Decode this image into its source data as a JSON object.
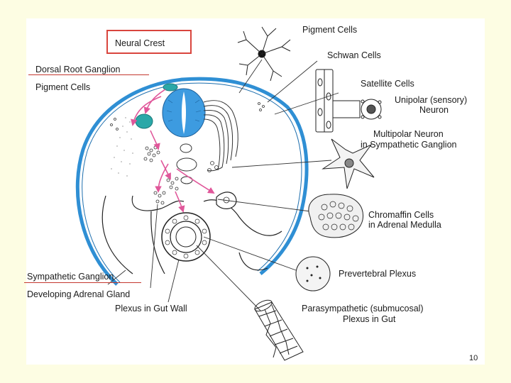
{
  "labels": {
    "neural_crest": "Neural Crest",
    "dorsal_root_ganglion": "Dorsal Root Ganglion",
    "pigment_cells_left": "Pigment Cells",
    "sympathetic_ganglion": "Sympathetic Ganglion",
    "developing_adrenal_gland": "Developing Adrenal Gland",
    "plexus_in_gut_wall": "Plexus in Gut Wall",
    "pigment_cells_right": "Pigment Cells",
    "schwan_cells": "Schwan Cells",
    "satellite_cells": "Satellite Cells",
    "unipolar_neuron_line1": "Unipolar (sensory)",
    "unipolar_neuron_line2": "Neuron",
    "multipolar_neuron_line1": "Multipolar Neuron",
    "multipolar_neuron_line2": "in Sympathetic Ganglion",
    "chromaffin_line1": "Chromaffin Cells",
    "chromaffin_line2": "in Adrenal Medulla",
    "prevertebral_plexus": "Prevertebral Plexus",
    "parasympathetic_line1": "Parasympathetic (submucosal)",
    "parasympathetic_line2": "Plexus in Gut"
  },
  "slide_number": "10",
  "colors": {
    "slide_background": "#fdfde3",
    "panel_background": "#ffffff",
    "ectoderm_blue": "#2f8fd4",
    "neural_tube_blue": "#3d9be0",
    "migration_arrow_magenta": "#e0579a",
    "highlight_red": "#d9453d",
    "ganglion_teal": "#2aa8a8",
    "line_ink": "#222222"
  },
  "icons": [
    "migration-arrow-icon",
    "cell-dot-icon"
  ]
}
